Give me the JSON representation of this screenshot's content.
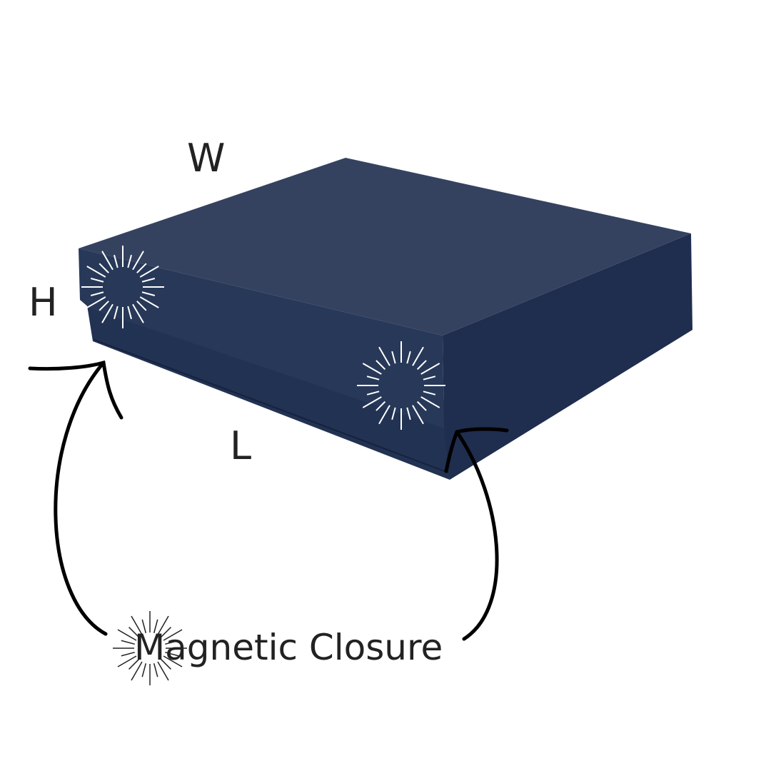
{
  "labels": {
    "width": "W",
    "height": "H",
    "length": "L",
    "caption": "Magnetic Closure"
  },
  "colors": {
    "box_top": "#35425f",
    "box_front": "#283858",
    "box_side": "#1f2d4e",
    "box_base": "#223253",
    "text": "#222222",
    "sparkle": "#ffffff"
  },
  "icons": [
    "sparkle-icon",
    "arrow-icon"
  ]
}
